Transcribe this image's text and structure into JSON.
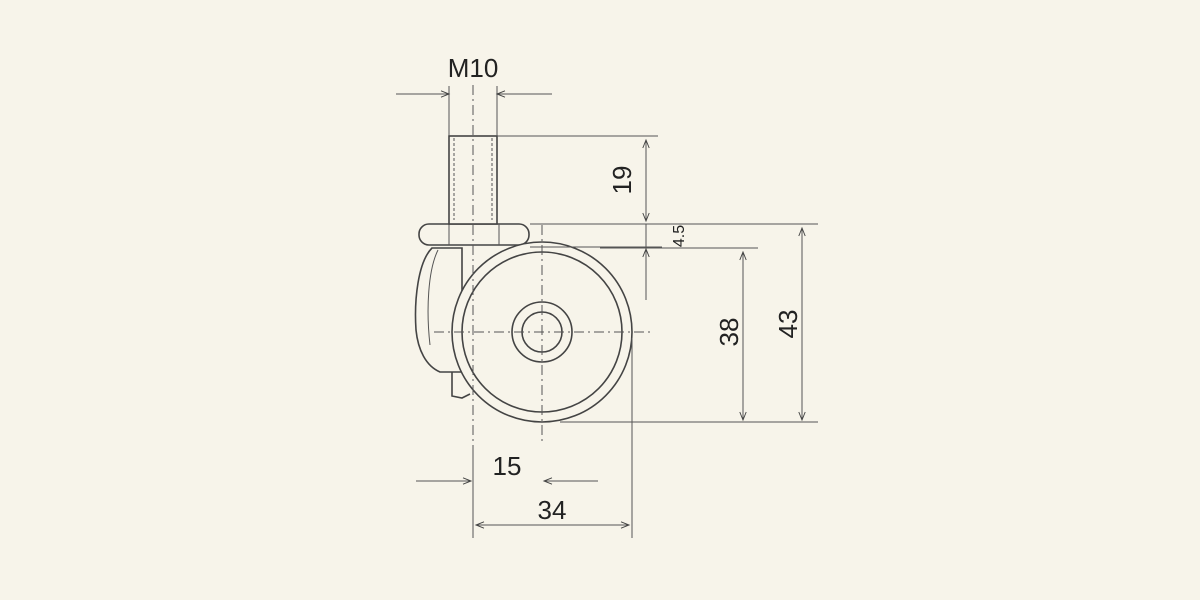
{
  "drawing": {
    "dimensions": {
      "thread": "M10",
      "stem_length": "19",
      "plate_thickness": "4.5",
      "wheel_diameter": "38",
      "total_height": "43",
      "offset": "15",
      "total_width": "34"
    },
    "colors": {
      "background": "#f7f4ea",
      "line": "#444444",
      "text": "#222222"
    }
  }
}
